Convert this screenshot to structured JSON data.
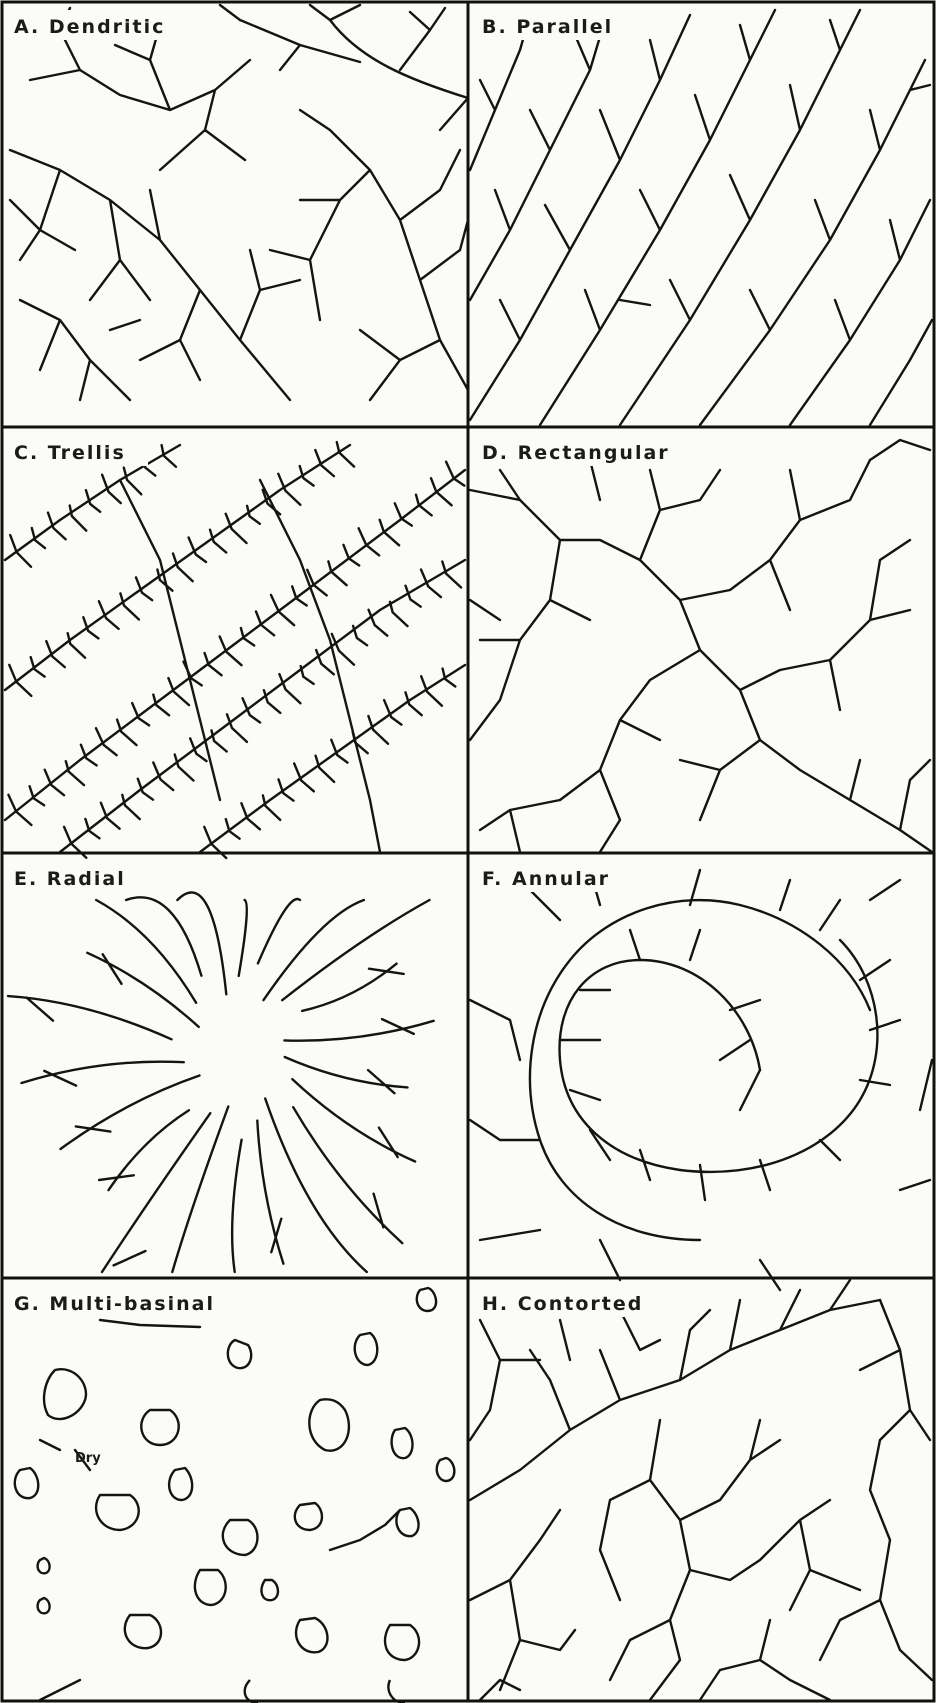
{
  "figure": {
    "panels": [
      {
        "id": "A",
        "label": "A.  Dendritic",
        "pattern": "dendritic"
      },
      {
        "id": "B",
        "label": "B. Parallel",
        "pattern": "parallel"
      },
      {
        "id": "C",
        "label": "C. Trellis",
        "pattern": "trellis"
      },
      {
        "id": "D",
        "label": "D. Rectangular",
        "pattern": "rectangular"
      },
      {
        "id": "E",
        "label": "E. Radial",
        "pattern": "radial"
      },
      {
        "id": "F",
        "label": "F.  Annular",
        "pattern": "annular"
      },
      {
        "id": "G",
        "label": "G.  Multi-basinal",
        "pattern": "multi-basinal",
        "note": "Dry"
      },
      {
        "id": "H",
        "label": "H. Contorted",
        "pattern": "contorted"
      }
    ],
    "colors": {
      "line": "#141414",
      "paper": "#fbfbf8"
    }
  }
}
